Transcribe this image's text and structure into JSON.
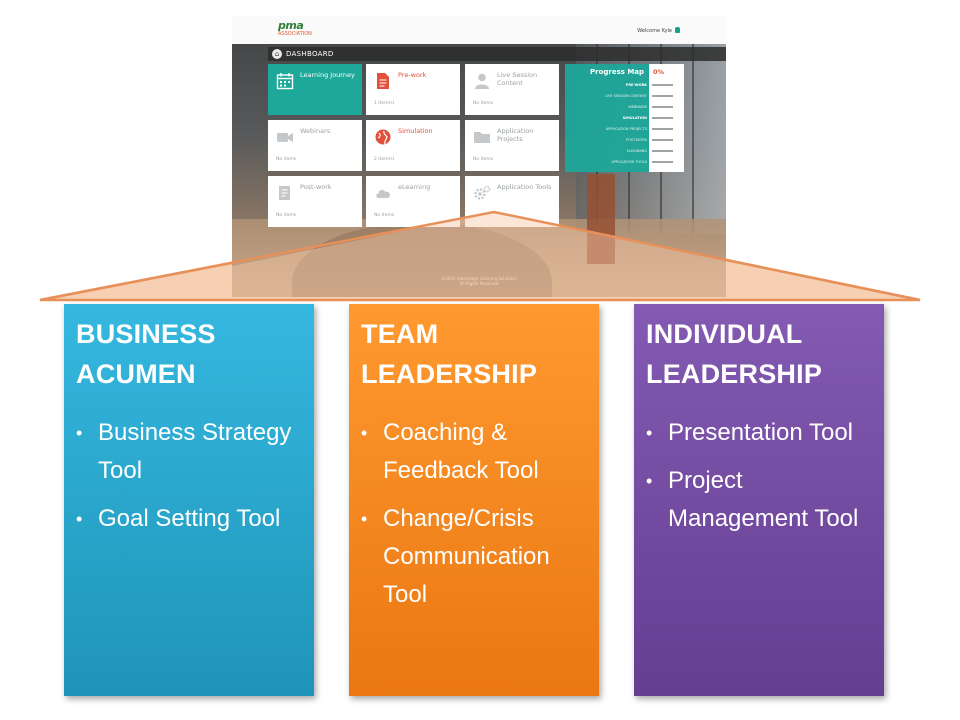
{
  "dashboard": {
    "logo_text": "pma",
    "logo_subtext": "ASSOCIATION",
    "welcome": "Welcome Kyle",
    "header_title": "DASHBOARD",
    "tiles": [
      {
        "label": "Learning Journey",
        "count": "",
        "icon": "calendar-icon",
        "highlight": true
      },
      {
        "label": "Pre-work",
        "count": "1 item(s)",
        "icon": "document-icon"
      },
      {
        "label": "Live Session Content",
        "count": "No items",
        "icon": "person-icon"
      },
      {
        "label": "Webinars",
        "count": "No items",
        "icon": "video-camera-icon"
      },
      {
        "label": "Simulation",
        "count": "2 item(s)",
        "icon": "globe-icon"
      },
      {
        "label": "Application Projects",
        "count": "No items",
        "icon": "folder-icon"
      },
      {
        "label": "Post-work",
        "count": "No items",
        "icon": "book-icon"
      },
      {
        "label": "eLearning",
        "count": "No items",
        "icon": "cloud-icon"
      },
      {
        "label": "Application Tools",
        "count": "",
        "icon": "gears-icon"
      }
    ],
    "progress_map": {
      "title": "Progress Map",
      "percent": "0%",
      "rows": [
        {
          "label": "PRE-WORK",
          "strong": true
        },
        {
          "label": "LIVE SESSION CONTENT",
          "strong": false
        },
        {
          "label": "WEBINARS",
          "strong": false
        },
        {
          "label": "SIMULATION",
          "strong": true
        },
        {
          "label": "APPLICATION PROJECTS",
          "strong": false
        },
        {
          "label": "POST-WORK",
          "strong": false
        },
        {
          "label": "ELEARNING",
          "strong": false
        },
        {
          "label": "APPLICATION TOOLS",
          "strong": false
        }
      ]
    },
    "copyright_line1": "©2016 Advantage Learning Solutions",
    "copyright_line2": "All Rights Reserved"
  },
  "cards": [
    {
      "title": "BUSINESS ACUMEN",
      "color": "#2aa8d2",
      "bullets": [
        "Business Strategy Tool",
        "Goal Setting Tool"
      ]
    },
    {
      "title": "TEAM LEADERSHIP",
      "color": "#f88a22",
      "bullets": [
        "Coaching & Feedback Tool",
        "Change/Crisis Communication Tool"
      ]
    },
    {
      "title": "INDIVIDUAL LEADERSHIP",
      "color": "#744ca4",
      "bullets": [
        "Presentation Tool",
        "Project Management Tool"
      ]
    }
  ],
  "colors": {
    "trapezoid_fill": "#f6c8a6",
    "trapezoid_stroke": "#e8905a",
    "teal_accent": "#1ea89a",
    "prework_red": "#e0503a"
  }
}
